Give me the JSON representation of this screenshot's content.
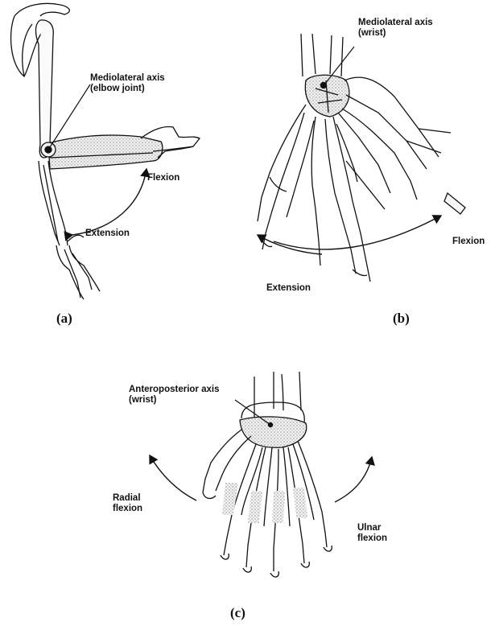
{
  "panels": {
    "a": {
      "letter": "(a)",
      "axis_label_line1": "Mediolateral axis",
      "axis_label_line2": "(elbow joint)",
      "flexion": "Flexion",
      "extension": "Extension"
    },
    "b": {
      "letter": "(b)",
      "axis_label_line1": "Mediolateral axis",
      "axis_label_line2": "(wrist)",
      "flexion": "Flexion",
      "extension": "Extension"
    },
    "c": {
      "letter": "(c)",
      "axis_label_line1": "Anteroposterior axis",
      "axis_label_line2": "(wrist)",
      "radial_line1": "Radial",
      "radial_line2": "flexion",
      "ulnar_line1": "Ulnar",
      "ulnar_line2": "flexion"
    }
  },
  "colors": {
    "ink": "#111111",
    "bone_fill": "#ececec",
    "stipple": "#bdbdbd"
  }
}
